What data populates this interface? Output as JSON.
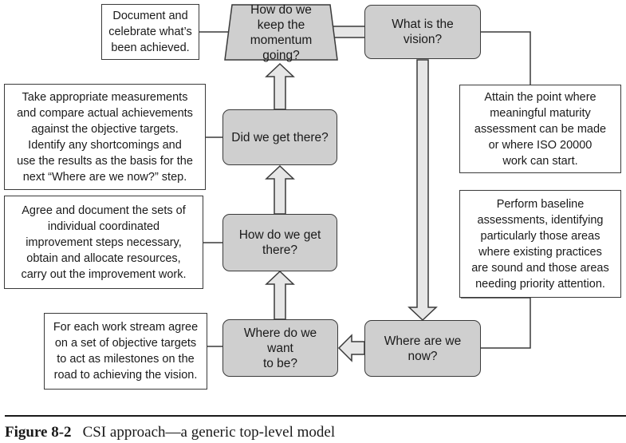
{
  "steps": {
    "vision": "What is the vision?",
    "now": "Where are we\nnow?",
    "want": "Where do we want\nto be?",
    "get_there": "How do we get\nthere?",
    "did_we": "Did we get there?",
    "momentum": "How do we\nkeep the\nmomentum going?"
  },
  "notes": {
    "celebrate": "Document and\ncelebrate what’s\nbeen achieved.",
    "measure": "Take appropriate measurements\nand compare actual achievements\nagainst the objective targets.\nIdentify any shortcomings and\nuse the results as the basis for the\nnext “Where are we now?” step.",
    "coordinate": "Agree and document the sets of\nindividual coordinated\nimprovement steps necessary,\nobtain and allocate resources,\ncarry out the improvement work.",
    "targets": "For each work stream agree\non a set of objective targets\nto act as milestones on the\nroad to achieving the vision.",
    "maturity": "Attain the point where\nmeaningful maturity\nassessment can be made\nor where ISO 20000\nwork can start.",
    "baseline": "Perform baseline\nassessments, identifying\nparticularly those areas\nwhere existing practices\nare sound and those areas\nneeding priority attention."
  },
  "caption": {
    "label": "Figure 8-2",
    "text": "CSI approach—a generic top-level model"
  },
  "colors": {
    "box_fill": "#cfcfcf",
    "arrow_fill": "#e6e6e6",
    "line": "#3a3a3a"
  }
}
